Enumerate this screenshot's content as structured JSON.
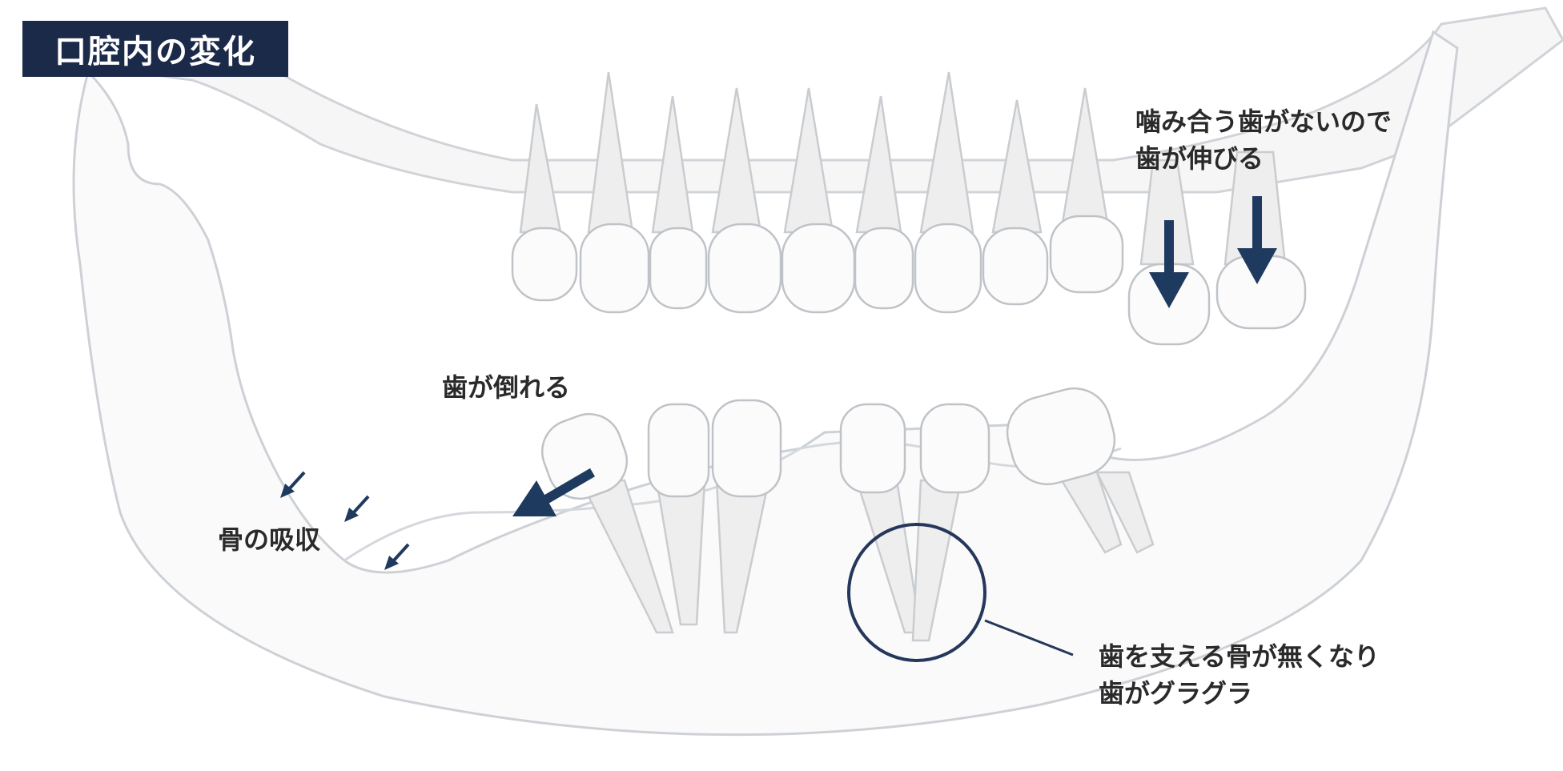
{
  "title": "口腔内の変化",
  "labels": {
    "overeruption_line1": "噛み合う歯がないので",
    "overeruption_line2": "歯が伸びる",
    "tilting": "歯が倒れる",
    "bone_resorption": "骨の吸収",
    "loose_line1": "歯を支える骨が無くなり",
    "loose_line2": "歯がグラグラ"
  },
  "colors": {
    "title_bg": "#1c2a4a",
    "arrow": "#1f3a5f",
    "bone_stroke": "#c8cdd3",
    "bone_fill": "#fbfbfb",
    "tooth_fill": "#f4f4f4",
    "tooth_stroke": "#bfc3c8"
  }
}
